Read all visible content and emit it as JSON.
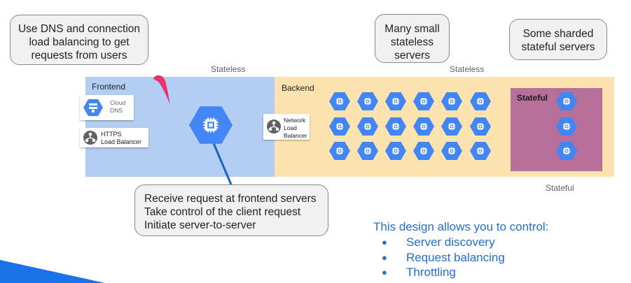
{
  "callouts": {
    "dns": [
      "Use DNS and connection",
      "load balancing to get",
      "requests from users"
    ],
    "stateless": [
      "Many small",
      "stateless",
      "servers"
    ],
    "sharded": [
      "Some sharded",
      "stateful servers"
    ],
    "request": [
      "Receive request at frontend servers",
      "Take control of the client request",
      "Initiate server-to-server"
    ]
  },
  "tags": {
    "stateless_1": "Stateless",
    "stateless_2": "Stateless",
    "stateful": "Stateful"
  },
  "zones": {
    "frontend": "Frontend",
    "backend": "Backend",
    "stateful": "Stateful"
  },
  "services": {
    "cloud_dns": [
      "Cloud",
      "DNS"
    ],
    "https_lb": [
      "HTTPS",
      "Load Balancer"
    ],
    "network_lb": [
      "Network",
      "Load",
      "Balancer"
    ]
  },
  "design": {
    "title": "This design allows you to control:",
    "items": [
      "Server discovery",
      "Request balancing",
      "Throttling"
    ]
  },
  "colors": {
    "frontend_bg": "#b4cef3",
    "backend_bg": "#fde3b0",
    "stateful_bg": "#b56f98",
    "hex_blue": "#4285f4",
    "accent_blue": "#1f6fd2",
    "slide_corner": "#1a73e8"
  },
  "icons": {
    "server": "compute-engine-icon",
    "dns": "cloud-dns-icon",
    "load_balancer": "load-balancer-icon"
  }
}
